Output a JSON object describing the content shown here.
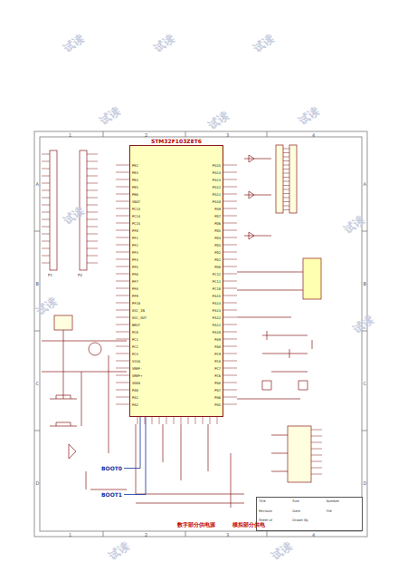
{
  "diagram": {
    "nodes": [
      {
        "text": [
          "STM32F103ZET6"
        ]
      },
      {
        "text": [
          "BOOT0"
        ]
      },
      {
        "text": [
          "BOOT1"
        ]
      },
      {
        "text": [
          "Title",
          "Size",
          "Number",
          "Revision",
          "Date",
          "File",
          "Sheet of",
          "Drawn By"
        ]
      }
    ],
    "edges": [
      {
        "from": 0,
        "to": 1,
        "arrow": "none"
      },
      {
        "from": 0,
        "to": 2,
        "arrow": "none"
      }
    ],
    "labels": [
      "1",
      "2",
      "3",
      "4",
      "1",
      "2",
      "3",
      "4",
      "A",
      "B",
      "C",
      "D",
      "A",
      "B",
      "C",
      "D",
      "试读",
      "试读",
      "试读",
      "试读",
      "试读",
      "试读",
      "试读",
      "试读",
      "试读",
      "试读",
      "试读",
      "试读",
      "PE2",
      "PE3",
      "PE4",
      "PE5",
      "PE6",
      "VBAT",
      "PC13",
      "PC14",
      "PC15",
      "PF0",
      "PF1",
      "PF2",
      "PF3",
      "PF4",
      "PF5",
      "PF6",
      "PF7",
      "PF8",
      "PF9",
      "PF10",
      "OSC_IN",
      "OSC_OUT",
      "NRST",
      "PC0",
      "PC1",
      "PC2",
      "PC3",
      "VSSA",
      "VREF-",
      "VREF+",
      "VDDA",
      "PA0",
      "PA1",
      "PA2",
      "PG15",
      "PG14",
      "PG13",
      "PG12",
      "PG11",
      "PG10",
      "PG9",
      "PD7",
      "PD6",
      "PD5",
      "PD4",
      "PD3",
      "PD2",
      "PD1",
      "PD0",
      "PC12",
      "PC11",
      "PC10",
      "PA15",
      "PA14",
      "PA13",
      "PA12",
      "PA11",
      "PA10",
      "PA9",
      "PA8",
      "PC9",
      "PC8",
      "PC7",
      "PC6",
      "PG8",
      "PG7",
      "PG6",
      "PG5",
      "P1",
      "P2",
      "数字部分供电源",
      "模拟部分供电"
    ]
  }
}
